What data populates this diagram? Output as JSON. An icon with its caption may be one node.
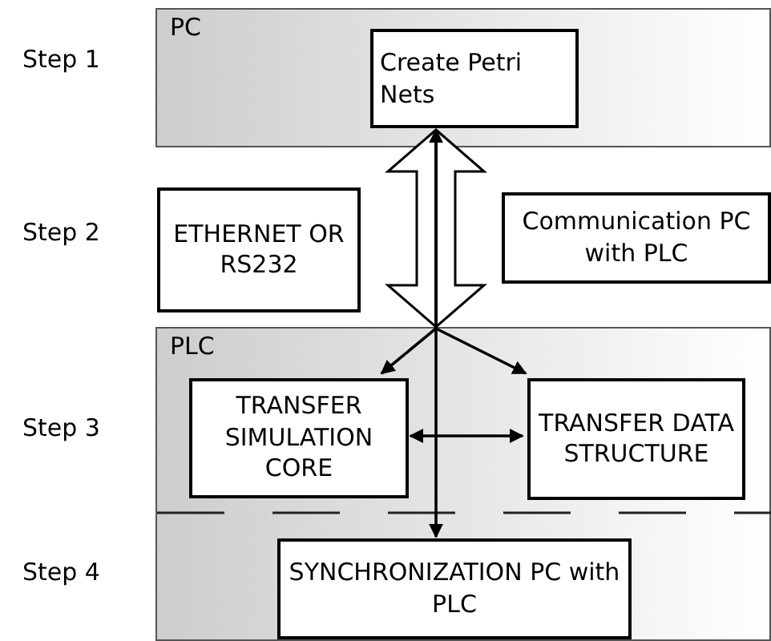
{
  "diagram": {
    "nodes": [
      {
        "text": [
          "PC"
        ]
      },
      {
        "text": [
          "Create Petri Nets"
        ],
        "in": 0
      },
      {
        "text": [
          "ETHERNET OR RS232"
        ]
      },
      {
        "text": [
          "Communication PC with PLC"
        ]
      },
      {
        "text": [
          "PLC"
        ]
      },
      {
        "text": [
          "TRANSFER SIMULATION CORE"
        ],
        "in": 4
      },
      {
        "text": [
          "TRANSFER DATA STRUCTURE"
        ],
        "in": 4
      },
      {
        "text": [
          "SYNCHRONIZATION PC with PLC"
        ],
        "in": 4
      }
    ],
    "edges": [
      {
        "from": 1,
        "to": 4,
        "arrow": "both",
        "style": "thick"
      },
      {
        "from": 1,
        "to": 7,
        "arrow": "both"
      },
      {
        "from": 1,
        "to": 5,
        "arrow": "to"
      },
      {
        "from": 1,
        "to": 6,
        "arrow": "to"
      },
      {
        "from": 5,
        "to": 6,
        "arrow": "both"
      }
    ],
    "labels": [
      "Step 1",
      "Step 2",
      "Step 3",
      "Step 4"
    ]
  }
}
